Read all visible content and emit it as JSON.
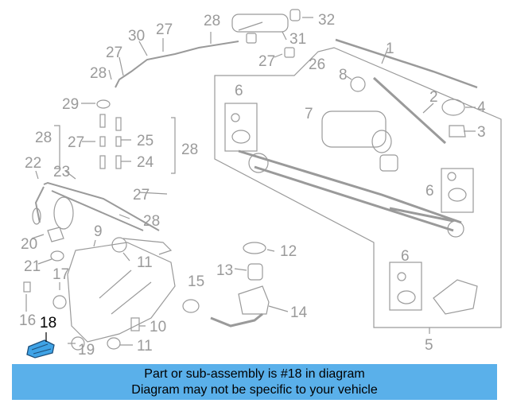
{
  "callouts": {
    "c1": "1",
    "c2": "2",
    "c3": "3",
    "c4": "4",
    "c5": "5",
    "c6a": "6",
    "c6b": "6",
    "c6c": "6",
    "c7": "7",
    "c8": "8",
    "c9": "9",
    "c10": "10",
    "c11a": "11",
    "c11b": "11",
    "c12": "12",
    "c13": "13",
    "c14": "14",
    "c15": "15",
    "c16": "16",
    "c17": "17",
    "c18": "18",
    "c19": "19",
    "c20": "20",
    "c21": "21",
    "c22": "22",
    "c23": "23",
    "c24": "24",
    "c25": "25",
    "c26": "26",
    "c27a": "27",
    "c27b": "27",
    "c27c": "27",
    "c27d": "27",
    "c27e": "27",
    "c28a": "28",
    "c28b": "28",
    "c28c": "28",
    "c28d": "28",
    "c28e": "28",
    "c29": "29",
    "c30": "30",
    "c31": "31",
    "c32": "32"
  },
  "highlight_part": "18",
  "highlight_color": "#3fa3e6",
  "banner": {
    "line1": "Part or sub-assembly is #18 in diagram",
    "line2": "Diagram may not be specific to your vehicle",
    "color": "#5ab0ea"
  }
}
